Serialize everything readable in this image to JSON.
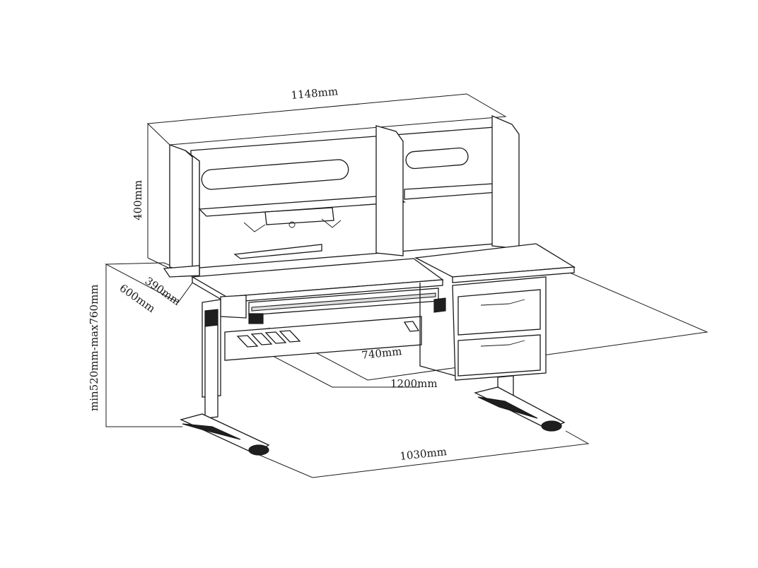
{
  "dimensions": {
    "hutch_width": "1148mm",
    "hutch_height": "400mm",
    "shelf_depth": "390mm",
    "desk_depth": "600mm",
    "height_range": "min520mm-max760mm",
    "desk_side_depth": "740mm",
    "desk_width": "1200mm",
    "base_width": "1030mm"
  },
  "colors": {
    "line": "#1a1a1a",
    "background": "#ffffff",
    "dark_part": "#1f1f1f"
  }
}
